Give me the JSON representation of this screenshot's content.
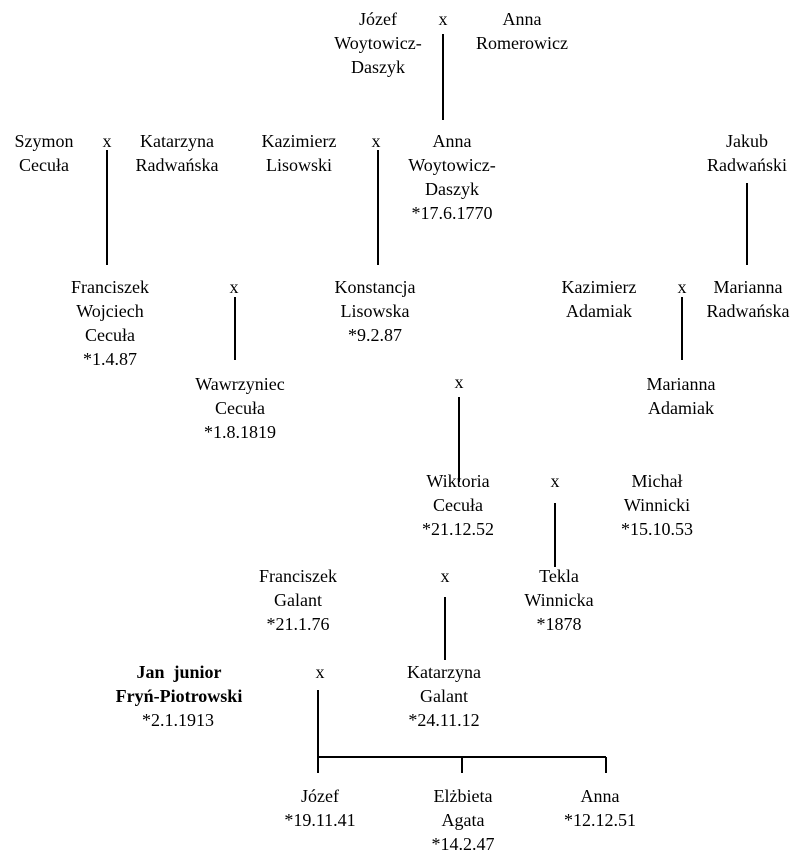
{
  "people": {
    "jozef_woytowicz": "Józef\nWoytowicz-\nDaszyk",
    "anna_romerowicz": "Anna\nRomerowicz",
    "szymon_cecula": "Szymon\nCecuła",
    "katarzyna_radwanska": "Katarzyna\nRadwańska",
    "kazimierz_lisowski": "Kazimierz\nLisowski",
    "anna_woytowicz": "Anna\nWoytowicz-\nDaszyk\n*17.6.1770",
    "jakub_radwanski": "Jakub\nRadwański",
    "franciszek_wojciech": "Franciszek\nWojciech\nCecuła\n*1.4.87",
    "konstancja_lisowska": "Konstancja\nLisowska\n*9.2.87",
    "kazimierz_adamiak": "Kazimierz\nAdamiak",
    "marianna_radwanska": "Marianna\nRadwańska",
    "wawrzyniec_cecula": "Wawrzyniec\nCecuła\n*1.8.1819",
    "marianna_adamiak": "Marianna\nAdamiak",
    "wiktoria_cecula": "Wiktoria\nCecuła\n*21.12.52",
    "michal_winnicki": "Michał\nWinnicki\n*15.10.53",
    "franciszek_galant": "Franciszek\nGalant\n*21.1.76",
    "tekla_winnicka": "Tekla\nWinnicka\n*1878",
    "jan_junior": "Jan  junior\nFryń-Piotrowski",
    "jan_junior_date": "*2.1.1913",
    "katarzyna_galant": "Katarzyna\nGalant\n*24.11.12",
    "jozef_child": "Józef\n*19.11.41",
    "elzbieta_agata": "Elżbieta\nAgata\n*14.2.47",
    "anna_child": "Anna\n*12.12.51"
  },
  "marriage_symbol": "x"
}
